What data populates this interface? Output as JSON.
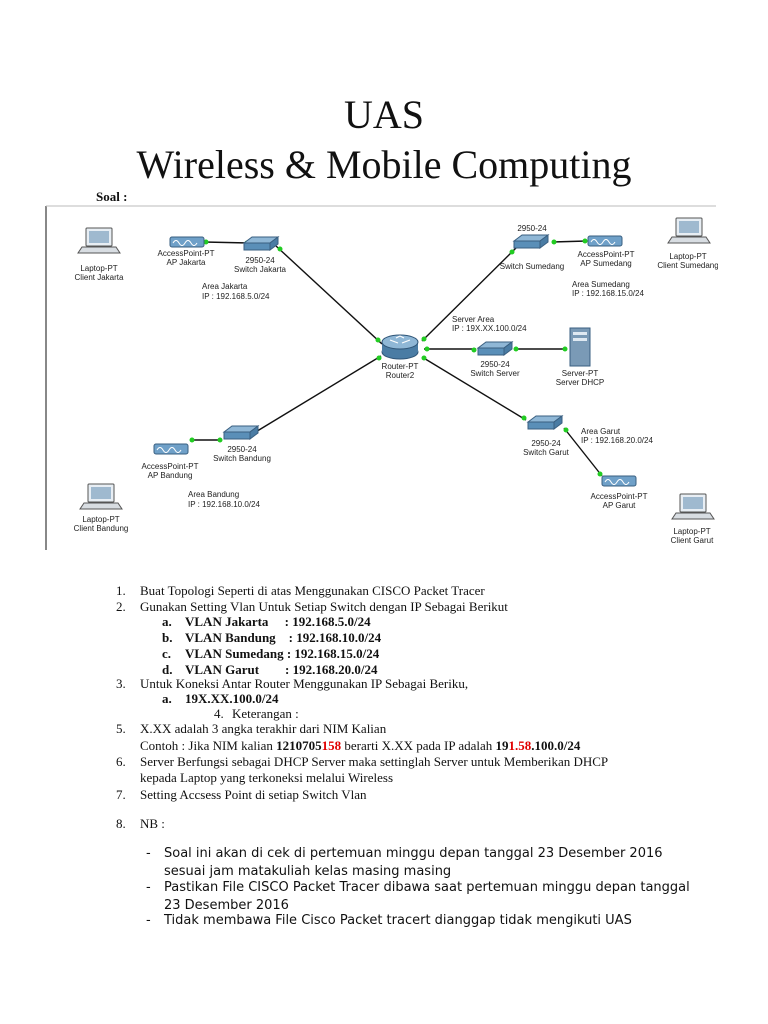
{
  "title_line1": "UAS",
  "title_line2": "Wireless & Mobile Computing",
  "soal_label": "Soal :",
  "diagram": {
    "laptop_jakarta": [
      "Laptop-PT",
      "Client Jakarta"
    ],
    "ap_jakarta": [
      "AccessPoint-PT",
      "AP Jakarta"
    ],
    "switch_jakarta": [
      "2950-24",
      "Switch Jakarta"
    ],
    "area_jakarta": [
      "Area Jakarta",
      "IP : 192.168.5.0/24"
    ],
    "switch_sumedang": [
      "2950-24",
      "Switch Sumedang"
    ],
    "ap_sumedang": [
      "AccessPoint-PT",
      "AP Sumedang"
    ],
    "laptop_sumedang": [
      "Laptop-PT",
      "Client Sumedang"
    ],
    "area_sumedang": [
      "Area Sumedang",
      "IP : 192.168.15.0/24"
    ],
    "server_area": [
      "Server Area",
      "IP : 19X.XX.100.0/24"
    ],
    "router": [
      "Router-PT",
      "Router2"
    ],
    "switch_server": [
      "2950-24",
      "Switch Server"
    ],
    "server": [
      "Server-PT",
      "Server DHCP"
    ],
    "area_garut": [
      "Area Garut",
      "IP : 192.168.20.0/24"
    ],
    "switch_garut": [
      "2950-24",
      "Switch Garut"
    ],
    "ap_garut": [
      "AccessPoint-PT",
      "AP Garut"
    ],
    "laptop_garut": [
      "Laptop-PT",
      "Client Garut"
    ],
    "switch_bandung": [
      "2950-24",
      "Switch Bandung"
    ],
    "ap_bandung": [
      "AccessPoint-PT",
      "AP Bandung"
    ],
    "area_bandung": [
      "Area Bandung",
      "IP : 192.168.10.0/24"
    ],
    "laptop_bandung": [
      "Laptop-PT",
      "Client Bandung"
    ]
  },
  "items": {
    "n1": "1.",
    "t1": "Buat Topologi Seperti di atas Menggunakan CISCO Packet Tracer",
    "n2": "2.",
    "t2": "Gunakan Setting Vlan Untuk Setiap Switch dengan IP Sebagai Berikut",
    "vlans": [
      {
        "letter": "a.",
        "text": "VLAN Jakarta     : 192.168.5.0/24"
      },
      {
        "letter": "b.",
        "text": "VLAN Bandung    : 192.168.10.0/24"
      },
      {
        "letter": "c.",
        "text": "VLAN Sumedang : 192.168.15.0/24"
      },
      {
        "letter": "d.",
        "text": "VLAN Garut        : 192.168.20.0/24"
      }
    ],
    "n3": "3.",
    "t3": "Untuk Koneksi Antar Router Menggunakan IP Sebagai Beriku,",
    "t3a_letter": "a.",
    "t3a": "19X.XX.100.0/24",
    "t3b_num": "4.",
    "t3b": "Keterangan :",
    "n5": "5.",
    "t5": "X.XX adalah 3 angka terakhir dari NIM Kalian",
    "t5b_pre": "Contoh : Jika NIM kalian ",
    "t5b_nim": "1210705",
    "t5b_nim_red": "158",
    "t5b_mid": " berarti X.XX pada IP adalah ",
    "t5b_ip1": "19",
    "t5b_ip_red": "1.58",
    "t5b_ip2": ".100.0/24",
    "n6": "6.",
    "t6a": "Server Berfungsi sebagai DHCP Server maka settinglah Server untuk Memberikan DHCP",
    "t6b": "kepada Laptop yang terkoneksi melalui Wireless",
    "n7": "7.",
    "t7": "Setting Accsess Point  di setiap Switch Vlan",
    "n8": "8.",
    "t8": "NB :"
  },
  "notes": [
    {
      "dash": "-",
      "text": "Soal ini akan di cek di pertemuan minggu depan tanggal 23 Desember 2016 sesuai jam matakuliah kelas masing masing"
    },
    {
      "dash": "-",
      "text": "Pastikan File CISCO Packet Tracer dibawa saat pertemuan minggu depan tanggal 23 Desember 2016"
    },
    {
      "dash": "-",
      "text": "Tidak membawa File Cisco Packet tracert dianggap tidak mengikuti UAS"
    }
  ],
  "colors": {
    "link": "#111111",
    "port": "#22cc22",
    "device": "#5a8fb8",
    "highlight": "#e00000"
  }
}
